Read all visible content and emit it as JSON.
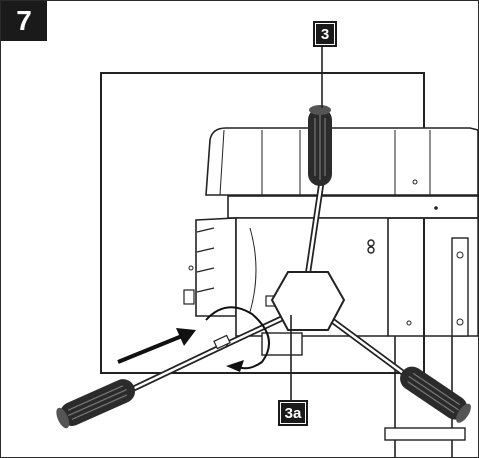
{
  "figure": {
    "step_number": "7",
    "callouts": {
      "part_3": "3",
      "part_3a": "3a"
    }
  },
  "colors": {
    "line": "#222222",
    "handle": "#2b2b2b",
    "badge_bg": "#1a1a1a",
    "badge_text": "#ffffff"
  }
}
